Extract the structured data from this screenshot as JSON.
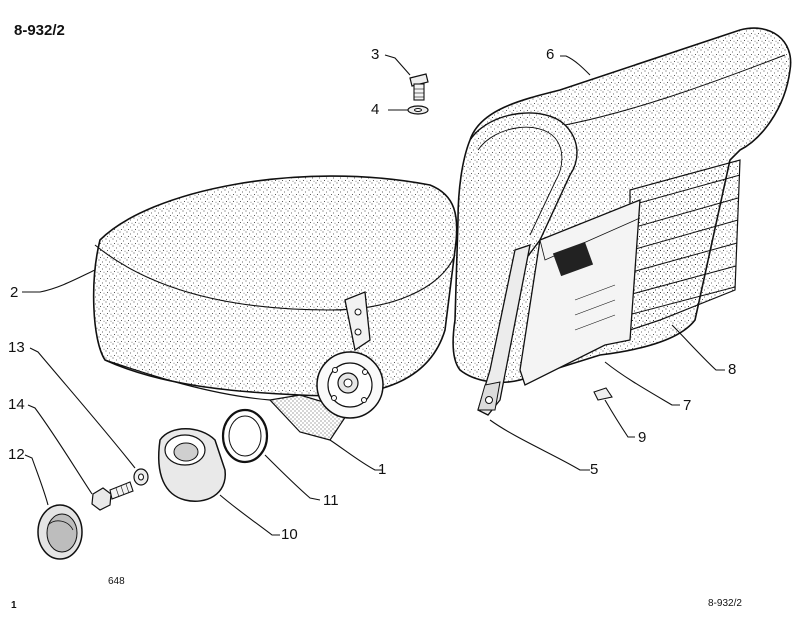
{
  "drawing": {
    "id_top": "8-932/2",
    "id_bottom": "8-932/2",
    "code": "648",
    "page": "1",
    "callouts": [
      "1",
      "2",
      "3",
      "4",
      "5",
      "6",
      "7",
      "8",
      "9",
      "10",
      "11",
      "12",
      "13",
      "14"
    ]
  },
  "colors": {
    "line": "#111111",
    "paper": "#ffffff",
    "stipple": "#222222"
  }
}
